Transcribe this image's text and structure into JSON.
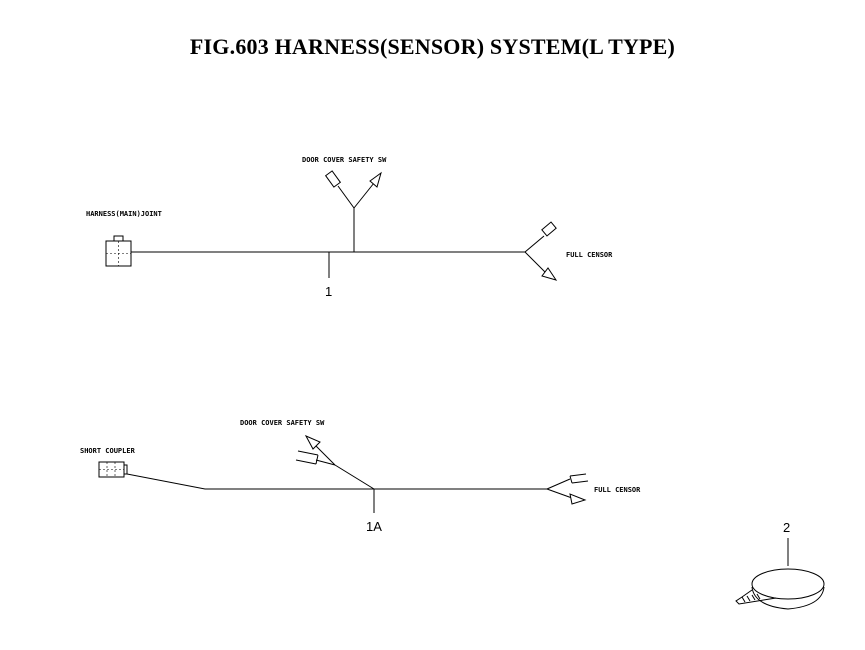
{
  "title": "FIG.603  HARNESS(SENSOR) SYSTEM(L TYPE)",
  "harness_1": {
    "part_number": "1",
    "label_joint": "HARNESS(MAIN)JOINT",
    "label_door": "DOOR COVER SAFETY SW",
    "label_full": "FULL CENSOR"
  },
  "harness_1a": {
    "part_number": "1A",
    "label_coupler": "SHORT COUPLER",
    "label_door": "DOOR COVER SAFETY SW",
    "label_full": "FULL CENSOR"
  },
  "band": {
    "part_number": "2"
  }
}
